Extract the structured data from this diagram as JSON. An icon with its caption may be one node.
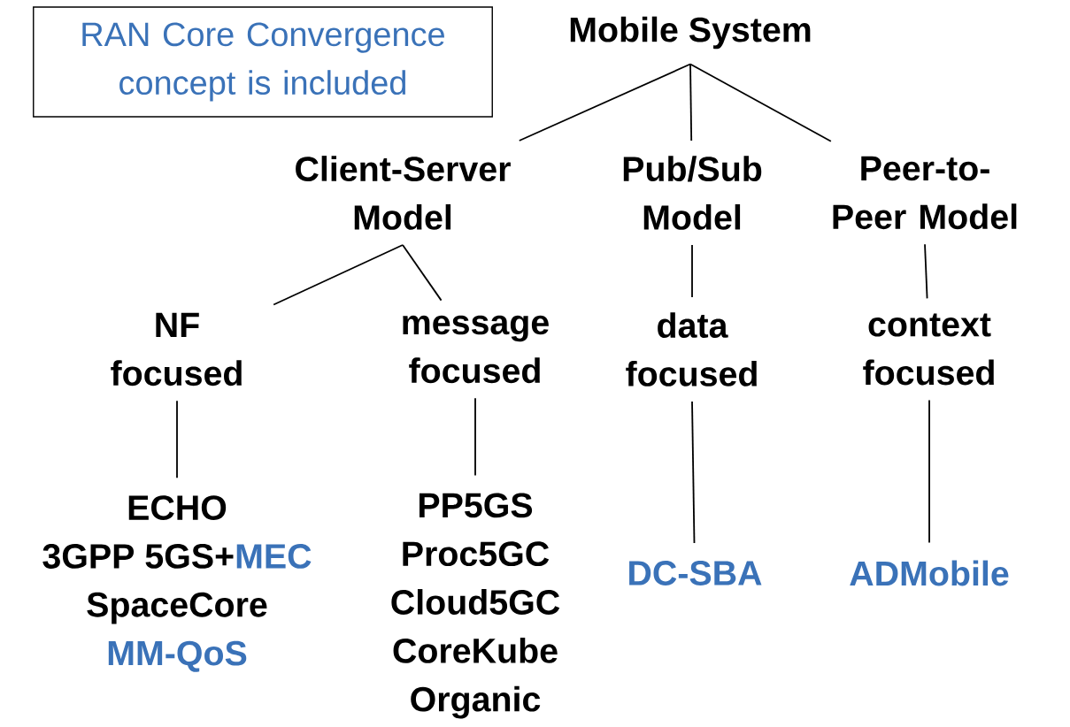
{
  "diagram": {
    "nodes": [
      {
        "text": [
          "Mobile System"
        ]
      },
      {
        "text": [
          "Client-Server Model"
        ]
      },
      {
        "text": [
          "Pub/Sub Model"
        ]
      },
      {
        "text": [
          "Peer-to-Peer Model"
        ]
      },
      {
        "text": [
          "NF focused"
        ]
      },
      {
        "text": [
          "message focused"
        ]
      },
      {
        "text": [
          "data focused"
        ]
      },
      {
        "text": [
          "context focused"
        ]
      },
      {
        "text": [
          "ECHO",
          "3GPP 5GS+",
          "MEC",
          "SpaceCore",
          "MM-QoS"
        ]
      },
      {
        "text": [
          "PP5GS",
          "Proc5GC",
          "Cloud5GC",
          "CoreKube",
          "Organic"
        ]
      },
      {
        "text": [
          "DC-SBA"
        ]
      },
      {
        "text": [
          "ADMobile"
        ]
      },
      {
        "text": [
          "RAN Core Convergence concept is included"
        ]
      }
    ],
    "edges": [
      {
        "from": 0,
        "to": 1,
        "arrow": "none"
      },
      {
        "from": 0,
        "to": 2,
        "arrow": "none"
      },
      {
        "from": 0,
        "to": 3,
        "arrow": "none"
      },
      {
        "from": 1,
        "to": 4,
        "arrow": "none"
      },
      {
        "from": 1,
        "to": 5,
        "arrow": "none"
      },
      {
        "from": 2,
        "to": 6,
        "arrow": "none"
      },
      {
        "from": 3,
        "to": 7,
        "arrow": "none"
      },
      {
        "from": 4,
        "to": 8,
        "arrow": "none"
      },
      {
        "from": 5,
        "to": 9,
        "arrow": "none"
      },
      {
        "from": 6,
        "to": 10,
        "arrow": "none"
      },
      {
        "from": 7,
        "to": 11,
        "arrow": "none"
      }
    ]
  }
}
